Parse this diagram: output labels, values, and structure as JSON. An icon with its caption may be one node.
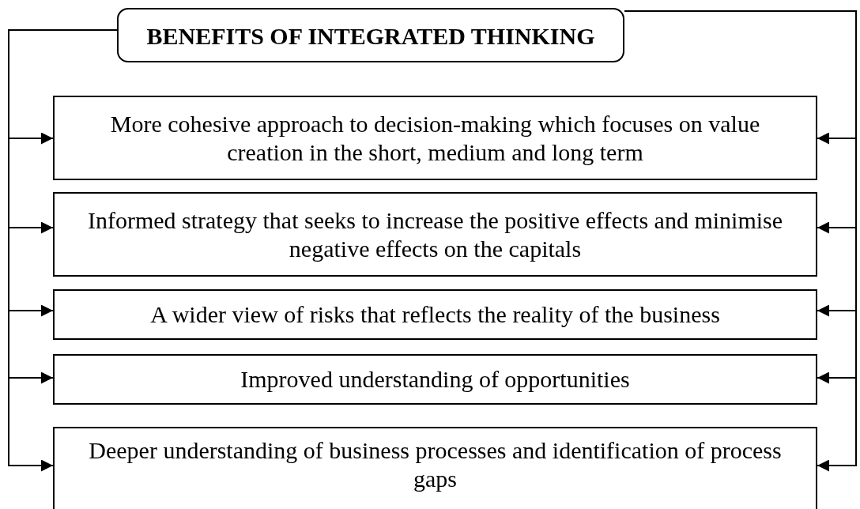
{
  "diagram": {
    "nodes": [
      {
        "text": [
          "BENEFITS OF INTEGRATED THINKING"
        ]
      },
      {
        "text": [
          "More cohesive approach to decision-making which focuses on value creation in the short, medium and long term"
        ]
      },
      {
        "text": [
          "Informed strategy that seeks to increase the positive effects and minimise negative effects on the capitals"
        ]
      },
      {
        "text": [
          "A wider view of risks that reflects the reality of the business"
        ]
      },
      {
        "text": [
          "Improved understanding of opportunities"
        ]
      },
      {
        "text": [
          "Deeper understanding of business processes and identification of process gaps"
        ]
      }
    ],
    "edges": [
      {
        "from": 0,
        "to": 1,
        "arrow": "to"
      },
      {
        "from": 0,
        "to": 2,
        "arrow": "to"
      },
      {
        "from": 0,
        "to": 3,
        "arrow": "to"
      },
      {
        "from": 0,
        "to": 4,
        "arrow": "to"
      },
      {
        "from": 0,
        "to": 5,
        "arrow": "to"
      },
      {
        "from": 0,
        "to": 1,
        "arrow": "to"
      },
      {
        "from": 0,
        "to": 2,
        "arrow": "to"
      },
      {
        "from": 0,
        "to": 3,
        "arrow": "to"
      },
      {
        "from": 0,
        "to": 4,
        "arrow": "to"
      },
      {
        "from": 0,
        "to": 5,
        "arrow": "to"
      }
    ]
  }
}
